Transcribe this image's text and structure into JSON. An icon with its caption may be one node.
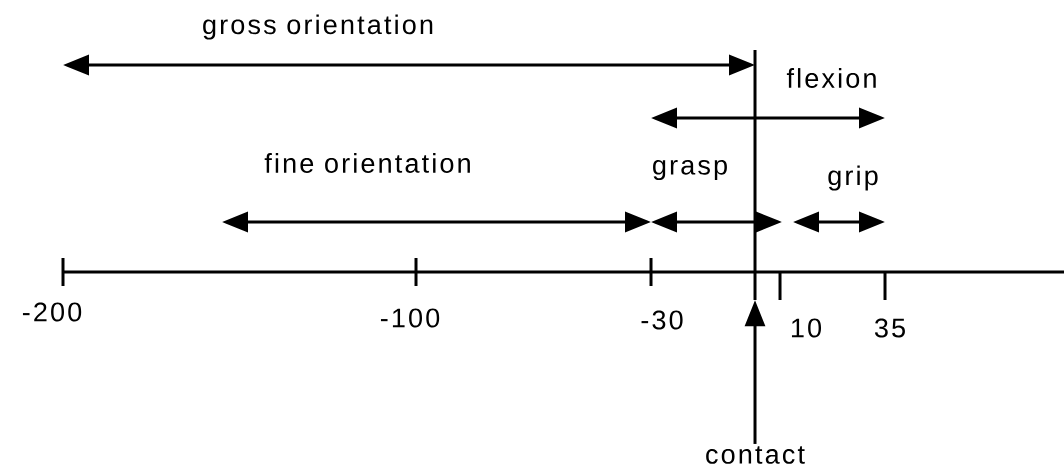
{
  "diagram": {
    "nodes": [
      {
        "text": [
          "contact"
        ]
      },
      {
        "text": [],
        "shape": "bar"
      }
    ],
    "edges": [
      {
        "from": 0,
        "to": 1,
        "arrow": "to"
      }
    ],
    "labels": [
      "gross orientation",
      "flexion",
      "fine orientation",
      "grasp",
      "grip",
      "-200",
      "-100",
      "-30",
      "10",
      "35"
    ]
  }
}
